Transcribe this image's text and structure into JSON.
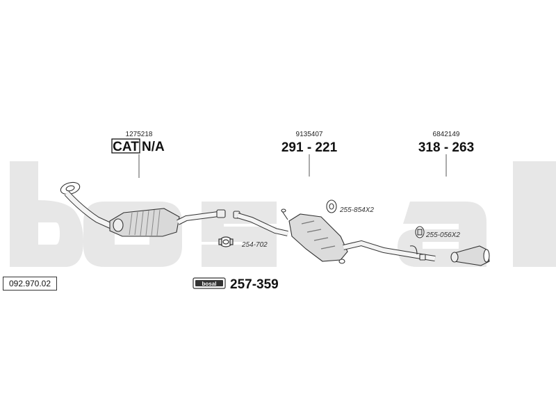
{
  "drawing_number": "092.970.02",
  "watermark": "bosal",
  "components": {
    "catalyst": {
      "oem_number": "1275218",
      "cat_label": "CAT",
      "part_number": "N/A"
    },
    "centre_silencer": {
      "oem_number": "9135407",
      "part_number": "291 - 221"
    },
    "rear_silencer": {
      "oem_number": "6842149",
      "part_number": "318 - 263"
    }
  },
  "accessories": {
    "clamp": "254-702",
    "front_mounting": "255-854X2",
    "rear_mounting": "255-056X2"
  },
  "kit": {
    "brand_label": "bosal",
    "part_number": "257-359"
  }
}
